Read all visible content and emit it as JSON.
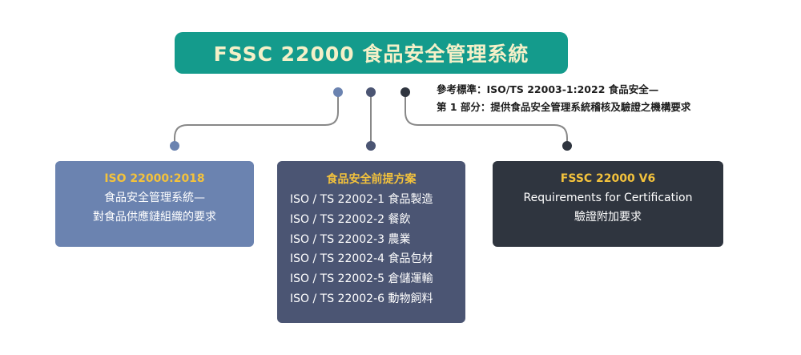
{
  "title": "FSSC 22000  食品安全管理系統",
  "reference": {
    "line1": "參考標準：ISO/TS 22003-1:2022 食品安全—",
    "line2": "第 1 部分：提供食品安全管理系統稽核及驗證之機構要求"
  },
  "colors": {
    "title_bg": "#149b8c",
    "title_text": "#f5f0c8",
    "heading_accent": "#f3c23c",
    "left_card": "#6b83b0",
    "mid_card": "#4b5573",
    "right_card": "#2f353f",
    "connector": "#888888"
  },
  "cards": [
    {
      "title": "ISO 22000:2018",
      "lines": [
        "食品安全管理系統—",
        "對食品供應鏈組織的要求"
      ]
    },
    {
      "title": "食品安全前提方案",
      "lines": [
        "ISO / TS 22002-1 食品製造",
        "ISO / TS 22002-2 餐飲",
        "ISO / TS 22002-3 農業",
        "ISO / TS 22002-4 食品包材",
        "ISO / TS 22002-5 倉儲運輸",
        "ISO / TS 22002-6 動物飼料"
      ]
    },
    {
      "title": "FSSC 22000 V6",
      "lines": [
        "Requirements for Certification",
        "驗證附加要求"
      ]
    }
  ]
}
